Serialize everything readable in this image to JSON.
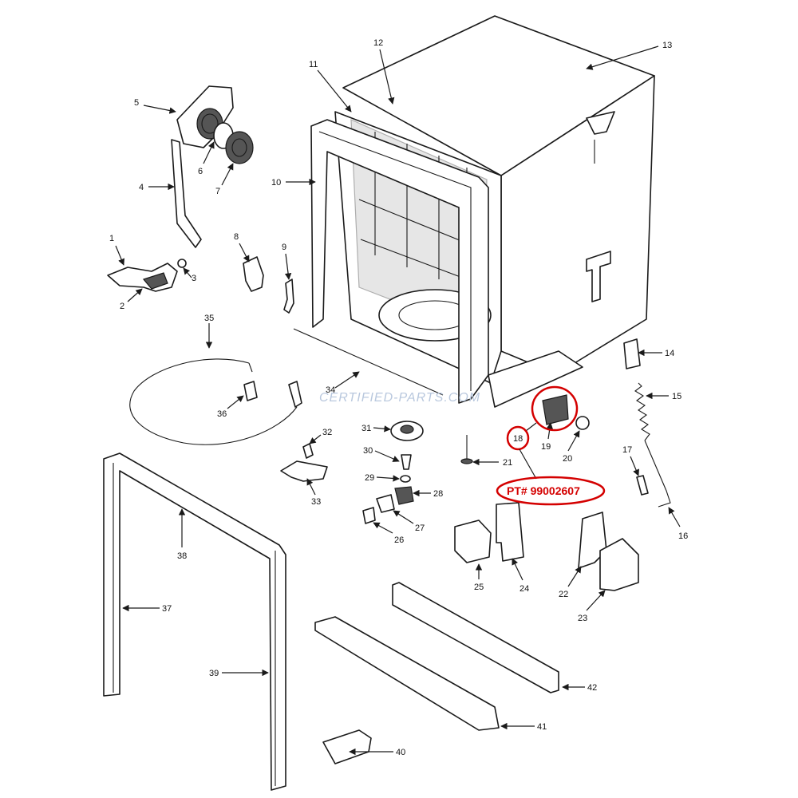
{
  "diagram": {
    "part_numbers": [
      "1",
      "2",
      "3",
      "4",
      "5",
      "6",
      "7",
      "8",
      "9",
      "10",
      "11",
      "12",
      "13",
      "14",
      "15",
      "16",
      "17",
      "18",
      "19",
      "20",
      "21",
      "22",
      "23",
      "24",
      "25",
      "26",
      "27",
      "28",
      "29",
      "30",
      "31",
      "32",
      "33",
      "34",
      "35",
      "36",
      "37",
      "38",
      "39",
      "40",
      "41",
      "42"
    ],
    "watermark": "CERTIFIED-PARTS.COM",
    "callout": {
      "part_label": "18",
      "part_number_text": "PT# 99002607",
      "color": "#d40000"
    }
  }
}
